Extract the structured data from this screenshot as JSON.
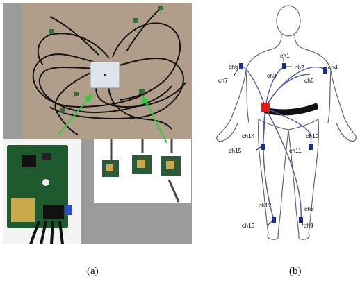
{
  "captions": {
    "a": "(a)",
    "b": "(b)"
  },
  "channels": {
    "ch1": "ch1",
    "ch2": "ch2",
    "ch3": "ch3",
    "ch4": "ch4",
    "ch5": "ch5",
    "ch6": "ch6",
    "ch7": "ch7",
    "ch8": "ch8",
    "ch9": "ch9",
    "ch10": "ch10",
    "ch11": "ch11",
    "ch12": "ch12",
    "ch13": "ch13",
    "ch14": "ch14",
    "ch15": "ch15"
  },
  "colors": {
    "wire": "#4f5ca8",
    "sensor": "#1a2f9c",
    "hub": "#e01a1a",
    "belt": "#111111",
    "arrow": "#2ecc40",
    "photo_bg": "#b09e8a",
    "panel_bg": "#9b9b9b"
  },
  "icons": {
    "hub": "red-hub-icon",
    "sensor": "blue-sensor-node-icon",
    "device": "central-module-icon"
  }
}
